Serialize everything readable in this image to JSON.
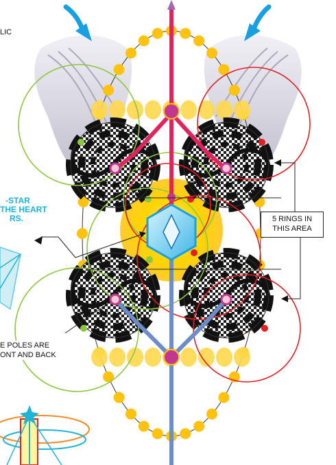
{
  "labels": {
    "top_left_fragment": "LIC",
    "crystal_line1": "-STAR",
    "crystal_line2": "THE HEART",
    "crystal_line3": "RS.",
    "rings_line1": "5 RINGS IN",
    "rings_line2": "THIS AREA",
    "poles_line1": "E POLES ARE",
    "poles_line2": "ONT AND BACK"
  },
  "colors": {
    "green_ring": "#8cc63f",
    "red_ring": "#e31e24",
    "gold": "#ffc20e",
    "magenta": "#c2378f",
    "blue_axis": "#6d8dc9",
    "red_axis": "#e0245e",
    "cyan": "#1fb3d6",
    "arrow_blue": "#1a9fe0"
  },
  "icons": [
    "wing-icon",
    "hypnotic-spiral-icon",
    "hexagon-crystal-icon",
    "arrow-icon"
  ]
}
